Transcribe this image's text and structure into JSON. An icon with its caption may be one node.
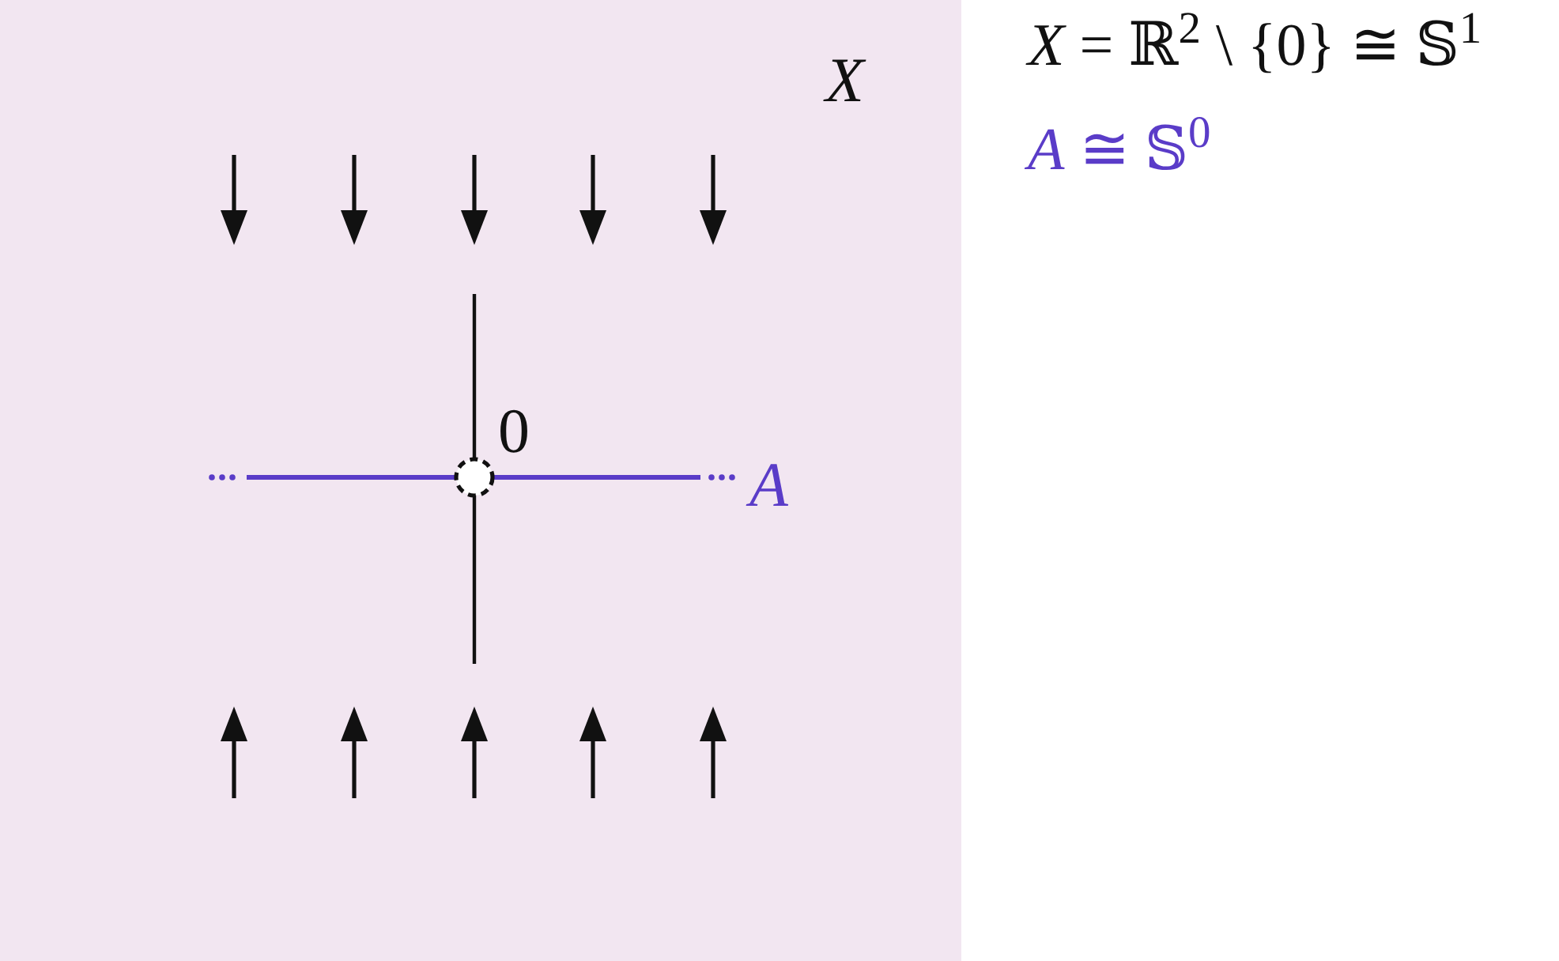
{
  "diagram": {
    "nodes": [
      {
        "text": [
          "X"
        ]
      }
    ],
    "labels": [
      "*X* = ℝ$^{2}$ \\ {0} ≅ 𝕊$^{1}$",
      "*A* ≅ 𝕊$^{0}$",
      "0",
      "A"
    ]
  }
}
